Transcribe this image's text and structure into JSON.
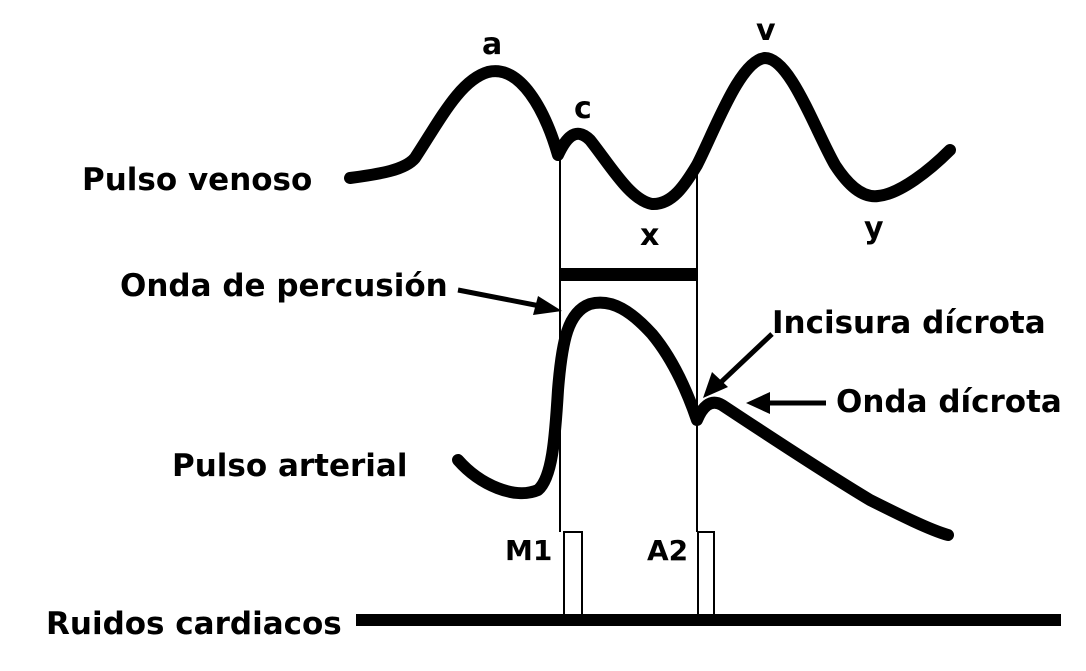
{
  "labels": {
    "venous_pulse": "Pulso venoso",
    "percussion_wave": "Onda de percusión",
    "dicrotic_notch": "Incisura dícrota",
    "dicrotic_wave": "Onda dícrota",
    "arterial_pulse": "Pulso arterial",
    "heart_sounds": "Ruidos cardiacos"
  },
  "venous_waves": {
    "a": "a",
    "c": "c",
    "x": "x",
    "v": "v",
    "y": "y"
  },
  "heart_sound_markers": {
    "first": "M1",
    "second": "A2"
  },
  "colors": {
    "ink": "#000000",
    "background": "#ffffff"
  }
}
